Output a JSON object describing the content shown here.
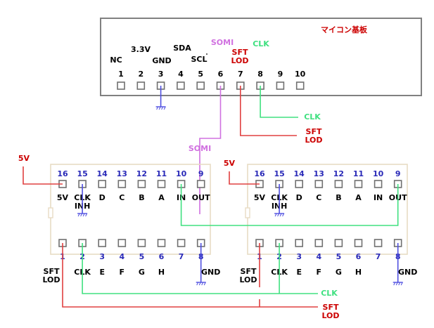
{
  "mcu_board": {
    "title": "マイコン基板",
    "pins": [
      {
        "num": "1",
        "label": "NC"
      },
      {
        "num": "2",
        "label": "3.3V"
      },
      {
        "num": "3",
        "label": "GND"
      },
      {
        "num": "4",
        "label": "SDA"
      },
      {
        "num": "5",
        "label": "SCL"
      },
      {
        "num": "6",
        "label": "SOMI"
      },
      {
        "num": "7",
        "label": "SFT LOD"
      },
      {
        "num": "8",
        "label": "CLK"
      },
      {
        "num": "9",
        "label": ""
      },
      {
        "num": "10",
        "label": ""
      }
    ]
  },
  "chips": [
    {
      "top_pins": [
        {
          "num": "16",
          "label": "5V"
        },
        {
          "num": "15",
          "label": "CLK INH"
        },
        {
          "num": "14",
          "label": "D"
        },
        {
          "num": "13",
          "label": "C"
        },
        {
          "num": "12",
          "label": "B"
        },
        {
          "num": "11",
          "label": "A"
        },
        {
          "num": "10",
          "label": "IN"
        },
        {
          "num": "9",
          "label": "OUT"
        }
      ],
      "bottom_pins": [
        {
          "num": "1",
          "label": "SFT LOD"
        },
        {
          "num": "2",
          "label": "CLK"
        },
        {
          "num": "3",
          "label": "E"
        },
        {
          "num": "4",
          "label": "F"
        },
        {
          "num": "5",
          "label": "G"
        },
        {
          "num": "6",
          "label": "H"
        },
        {
          "num": "7",
          "label": ""
        },
        {
          "num": "8",
          "label": "GND"
        }
      ]
    },
    {
      "top_pins": [
        {
          "num": "16",
          "label": "5V"
        },
        {
          "num": "15",
          "label": "CLK INH"
        },
        {
          "num": "14",
          "label": "D"
        },
        {
          "num": "13",
          "label": "C"
        },
        {
          "num": "12",
          "label": "B"
        },
        {
          "num": "11",
          "label": "A"
        },
        {
          "num": "10",
          "label": "IN"
        },
        {
          "num": "9",
          "label": "OUT"
        }
      ],
      "bottom_pins": [
        {
          "num": "1",
          "label": "SFT LOD"
        },
        {
          "num": "2",
          "label": "CLK"
        },
        {
          "num": "3",
          "label": "E"
        },
        {
          "num": "4",
          "label": "F"
        },
        {
          "num": "5",
          "label": "G"
        },
        {
          "num": "6",
          "label": "H"
        },
        {
          "num": "7",
          "label": ""
        },
        {
          "num": "8",
          "label": "GND"
        }
      ]
    }
  ],
  "net_labels": {
    "clk_upper": "CLK",
    "sftlod_upper": "SFT LOD",
    "somi": "SOMI",
    "vcc_left": "5V",
    "vcc_right": "5V",
    "clk_lower": "CLK",
    "sftlod_lower": "SFT LOD"
  },
  "colors": {
    "board_border": "#808080",
    "pin_box": "#707070",
    "chip_border": "#e8dcc4",
    "pin_label": "#000000",
    "chip_pin_num": "#2a2ab8",
    "title": "#cc0000",
    "clk": "#40e080",
    "sftlod": "#e04040",
    "sftlod_text": "#cc0000",
    "somi": "#d070e0",
    "gnd": "#5050e0",
    "vcc": "#e04040"
  }
}
